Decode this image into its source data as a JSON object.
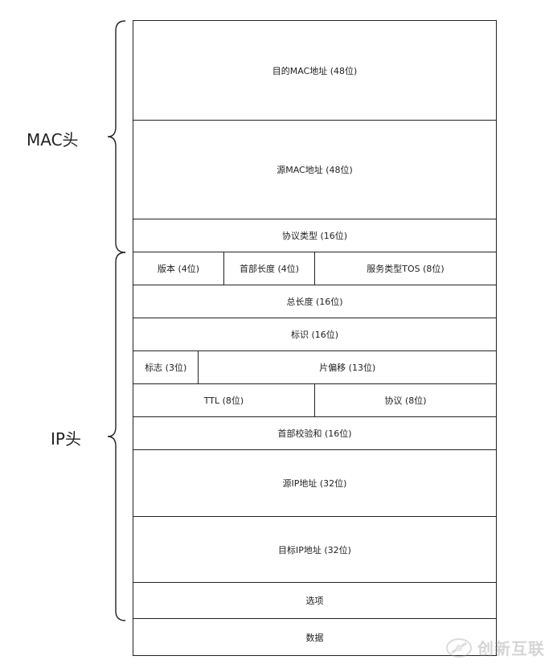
{
  "labels": {
    "mac_header": "MAC头",
    "ip_header": "IP头"
  },
  "rows": [
    {
      "h": 124,
      "cells": [
        {
          "text": "目的MAC地址 (48位)",
          "w": 1
        }
      ]
    },
    {
      "h": 123,
      "cells": [
        {
          "text": "源MAC地址 (48位)",
          "w": 1
        }
      ]
    },
    {
      "h": 41,
      "cells": [
        {
          "text": "协议类型 (16位)",
          "w": 1
        }
      ]
    },
    {
      "h": 41,
      "cells": [
        {
          "text": "版本 (4位)",
          "w": 113
        },
        {
          "text": "首部长度 (4位)",
          "w": 113
        },
        {
          "text": "服务类型TOS (8位)",
          "w": 227
        }
      ]
    },
    {
      "h": 41,
      "cells": [
        {
          "text": "总长度 (16位)",
          "w": 1
        }
      ]
    },
    {
      "h": 41,
      "cells": [
        {
          "text": "标识 (16位)",
          "w": 1
        }
      ]
    },
    {
      "h": 41,
      "cells": [
        {
          "text": "标志 (3位)",
          "w": 81
        },
        {
          "text": "片偏移 (13位)",
          "w": 372
        }
      ]
    },
    {
      "h": 41,
      "cells": [
        {
          "text": "TTL (8位)",
          "w": 1
        },
        {
          "text": "协议 (8位)",
          "w": 1
        }
      ]
    },
    {
      "h": 41,
      "cells": [
        {
          "text": "首部校验和 (16位)",
          "w": 1
        }
      ]
    },
    {
      "h": 83,
      "cells": [
        {
          "text": "源IP地址 (32位)",
          "w": 1
        }
      ]
    },
    {
      "h": 82,
      "cells": [
        {
          "text": "目标IP地址 (32位)",
          "w": 1
        }
      ]
    },
    {
      "h": 45,
      "cells": [
        {
          "text": "选项",
          "w": 1
        }
      ]
    },
    {
      "h": 46,
      "cells": [
        {
          "text": "数据",
          "w": 1
        }
      ]
    }
  ],
  "watermark": {
    "text": "创新互联"
  }
}
